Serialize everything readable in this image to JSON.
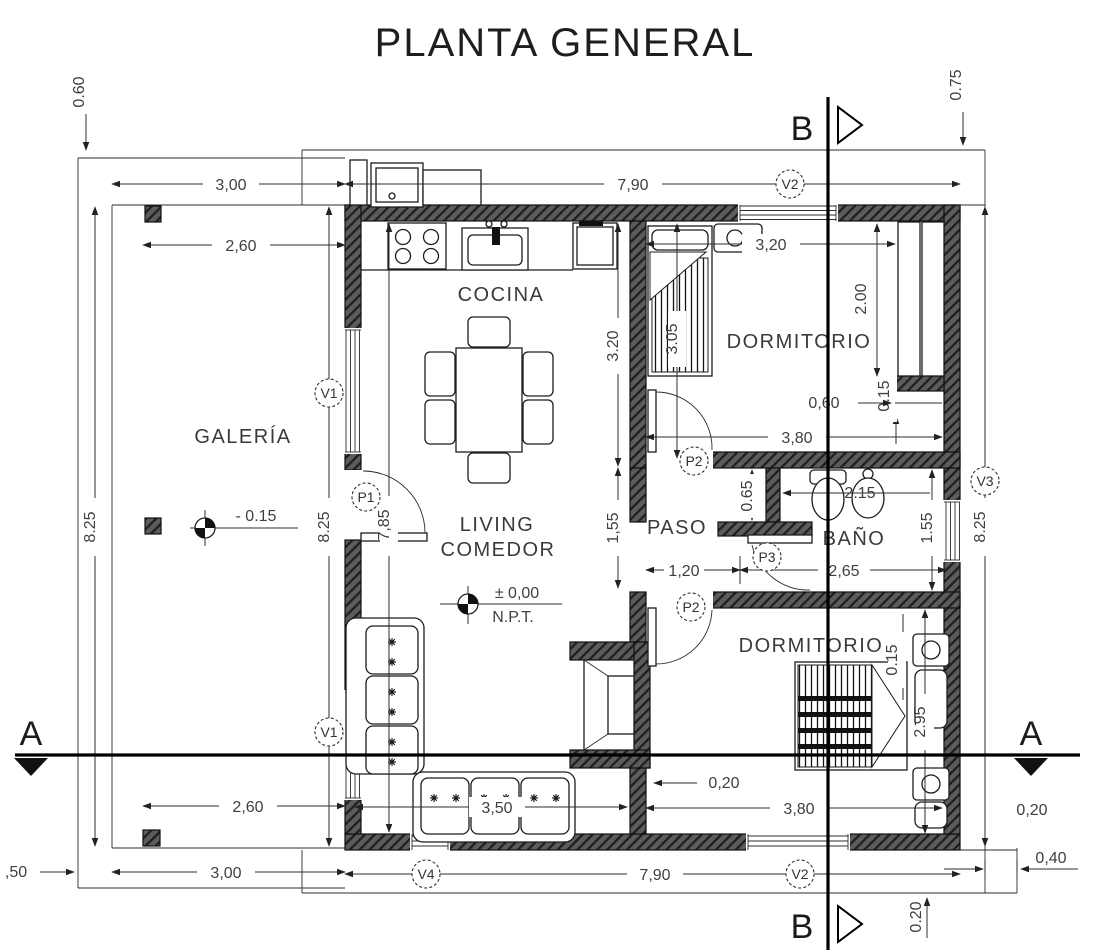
{
  "title": "PLANTA GENERAL",
  "sections": {
    "a": "A",
    "b": "B"
  },
  "rooms": {
    "cocina": "COCINA",
    "galeria": "GALERÍA",
    "living_line1": "LIVING",
    "living_line2": "COMEDOR",
    "paso": "PASO",
    "bano": "BAÑO",
    "dormitorio1": "DORMITORIO",
    "dormitorio2": "DORMITORIO"
  },
  "levels": {
    "galeria_level": "- 0.15",
    "npt_value": "± 0,00",
    "npt_label": "N.P.T."
  },
  "tags": {
    "v1a": "V1",
    "v1b": "V1",
    "v2_top": "V2",
    "v2_bottom": "V2",
    "v3": "V3",
    "v4": "V4",
    "p1": "P1",
    "p2_top": "P2",
    "p2_bottom": "P2",
    "p3": "P3"
  },
  "dims": {
    "left_offset_top": "0.60",
    "right_offset_top": "0.75",
    "galeria_width_top": "3,00",
    "house_width_top": "7,90",
    "galeria_inner_top": "2,60",
    "dorm1_width": "3,20",
    "closet_length": "2.00",
    "closet_wall": "0.15",
    "dorm1_depth": "3.05",
    "dorm1_total_width": "3,80",
    "closet_width": "0,60",
    "kitchen_depth": "3.20",
    "galeria_height_left": "8.25",
    "galeria_height_right": "8.25",
    "house_height_right": "8.25",
    "interior_depth": "7,85",
    "living_band": "1,55",
    "paso_niche": "0.65",
    "paso_width": "1,20",
    "bano_width": "2,65",
    "bano_fixtures": "2.15",
    "bano_depth": "1.55",
    "dorm2_wall": "0.15",
    "dorm2_depth": "2.95",
    "dorm2_offset": "0,20",
    "dorm2_width": "3,80",
    "sofa_width": "3,50",
    "galeria_inner_bottom": "2,60",
    "galeria_width_bottom": "3,00",
    "left_cut": ",50",
    "house_width_bottom": "7,90",
    "right_offset_bottom": "0,40",
    "right_gap": "0,20",
    "bottom_wall": "0.20"
  }
}
